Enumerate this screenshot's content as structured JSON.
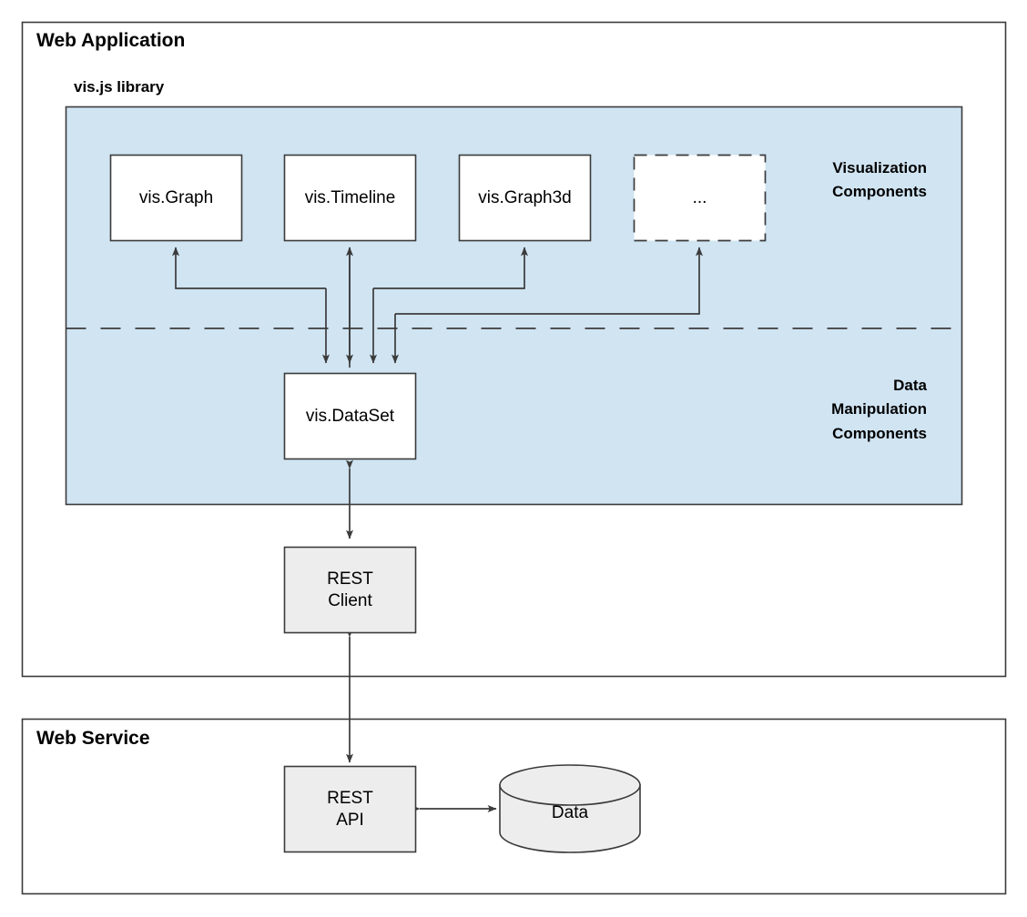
{
  "diagram": {
    "type": "architecture-block-diagram",
    "colors": {
      "panel_fill": "#d0e4f2",
      "node_fill_white": "#ffffff",
      "node_fill_gray": "#ededed",
      "stroke": "#3b3b3b",
      "frame_stroke": "#3b3b3b",
      "background": "#ffffff",
      "text": "#000000"
    },
    "frames": [
      {
        "id": "web-application",
        "title": "Web Application"
      },
      {
        "id": "web-service",
        "title": "Web Service"
      }
    ],
    "panels": [
      {
        "id": "visjs-library",
        "title": "vis.js library"
      }
    ],
    "zone_labels": [
      {
        "id": "visualization-components",
        "text": "Visualization\nComponents"
      },
      {
        "id": "data-manipulation-components",
        "text": "Data\nManipulation\nComponents"
      }
    ],
    "nodes": [
      {
        "id": "vis-graph",
        "label": "vis.Graph",
        "shape": "rect",
        "fill": "#ffffff",
        "border": "solid"
      },
      {
        "id": "vis-timeline",
        "label": "vis.Timeline",
        "shape": "rect",
        "fill": "#ffffff",
        "border": "solid"
      },
      {
        "id": "vis-graph3d",
        "label": "vis.Graph3d",
        "shape": "rect",
        "fill": "#ffffff",
        "border": "solid"
      },
      {
        "id": "more",
        "label": "...",
        "shape": "rect",
        "fill": "#ffffff",
        "border": "dashed"
      },
      {
        "id": "vis-dataset",
        "label": "vis.DataSet",
        "shape": "rect",
        "fill": "#ffffff",
        "border": "solid"
      },
      {
        "id": "rest-client",
        "label": "REST\nClient",
        "shape": "rect",
        "fill": "#ededed",
        "border": "solid"
      },
      {
        "id": "rest-api",
        "label": "REST\nAPI",
        "shape": "rect",
        "fill": "#ededed",
        "border": "solid"
      },
      {
        "id": "data-store",
        "label": "Data",
        "shape": "cylinder",
        "fill": "#ededed",
        "border": "solid"
      }
    ],
    "edges": [
      {
        "id": "dataset-to-vis-graph",
        "from": "vis-dataset",
        "to": "vis-graph",
        "direction": "one-way",
        "style": "elbow"
      },
      {
        "id": "dataset-to-vis-timeline",
        "from": "vis-dataset",
        "to": "vis-timeline",
        "direction": "one-way",
        "style": "straight"
      },
      {
        "id": "dataset-to-vis-graph3d",
        "from": "vis-dataset",
        "to": "vis-graph3d",
        "direction": "one-way",
        "style": "elbow"
      },
      {
        "id": "dataset-to-more",
        "from": "vis-dataset",
        "to": "more",
        "direction": "one-way",
        "style": "elbow"
      },
      {
        "id": "graph-to-dataset",
        "from": "vis-graph",
        "to": "vis-dataset",
        "direction": "one-way",
        "style": "elbow"
      },
      {
        "id": "timeline-to-dataset",
        "from": "vis-timeline",
        "to": "vis-dataset",
        "direction": "one-way",
        "style": "straight"
      },
      {
        "id": "graph3d-to-dataset",
        "from": "vis-graph3d",
        "to": "vis-dataset",
        "direction": "one-way",
        "style": "elbow"
      },
      {
        "id": "more-to-dataset",
        "from": "more",
        "to": "vis-dataset",
        "direction": "one-way",
        "style": "elbow"
      },
      {
        "id": "dataset-rest-client",
        "from": "vis-dataset",
        "to": "rest-client",
        "direction": "two-way",
        "style": "straight"
      },
      {
        "id": "rest-client-rest-api",
        "from": "rest-client",
        "to": "rest-api",
        "direction": "two-way",
        "style": "straight"
      },
      {
        "id": "rest-api-data",
        "from": "rest-api",
        "to": "data-store",
        "direction": "two-way",
        "style": "straight"
      }
    ],
    "separator": {
      "id": "components-separator",
      "style": "dashed"
    }
  }
}
